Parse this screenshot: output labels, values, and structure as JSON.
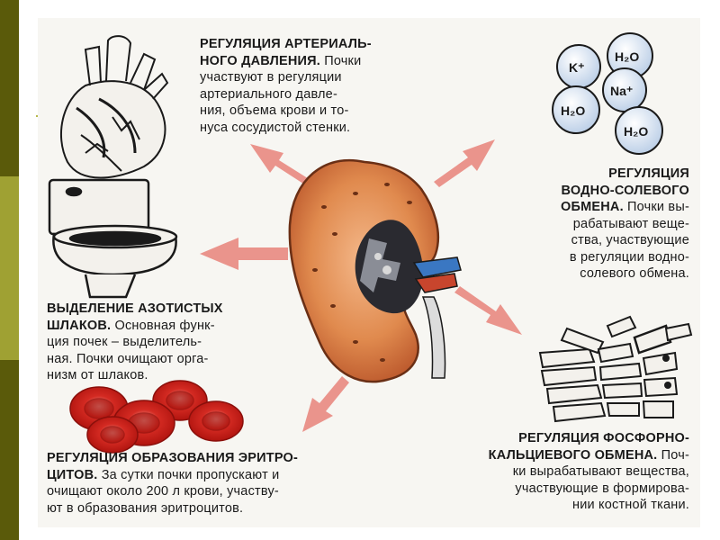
{
  "blocks": {
    "blood_pressure": {
      "title_line1": "РЕГУЛЯЦИЯ АРТЕРИАЛЬ-",
      "title_line2": "НОГО ДАВЛЕНИЯ.",
      "line2_rest": " Почки",
      "line3": "участвуют в регуляции",
      "line4": "артериального давле-",
      "line5": "ния, объема крови и то-",
      "line6": "нуса сосудистой стенки."
    },
    "water_salt": {
      "line1": "РЕГУЛЯЦИЯ",
      "line2": "ВОДНО-СОЛЕВОГО",
      "line3_bold": "ОБМЕНА.",
      "line3_rest": " Почки вы-",
      "line4": "рабатывают веще-",
      "line5": "ства, участвующие",
      "line6": "в регуляции водно-",
      "line7": "солевого обмена."
    },
    "excretion": {
      "line1": "ВЫДЕЛЕНИЕ АЗОТИСТЫХ",
      "line2_bold": "ШЛАКОВ.",
      "line2_rest": " Основная функ-",
      "line3": "ция почек – выделитель-",
      "line4": "ная. Почки очищают орга-",
      "line5": "низм от шлаков."
    },
    "erythrocytes": {
      "line1": "РЕГУЛЯЦИЯ ОБРАЗОВАНИЯ ЭРИТРО-",
      "line2_bold": "ЦИТОВ.",
      "line2_rest": " За сутки почки пропускают и",
      "line3": "очищают около 200 л крови, участву-",
      "line4": "ют в образования эритроцитов."
    },
    "phosphorus": {
      "line1": "РЕГУЛЯЦИЯ ФОСФОРНО-",
      "line2_bold": "КАЛЬЦИЕВОГО ОБМЕНА.",
      "line2_rest": " Поч-",
      "line3": "ки вырабатывают вещества,",
      "line4": "участвующие в формирова-",
      "line5": "нии костной ткани."
    }
  },
  "ions": {
    "potassium": "K⁺",
    "sodium": "Na⁺",
    "water_top": "H₂O",
    "water_left": "H₂O",
    "water_bottom": "H₂O"
  },
  "colors": {
    "arrow": "#e06a5e",
    "kidney": "#d9753a",
    "blood_cell": "#d21f1f",
    "side_dark": "#5a5a0a",
    "side_light": "#9fa133"
  }
}
